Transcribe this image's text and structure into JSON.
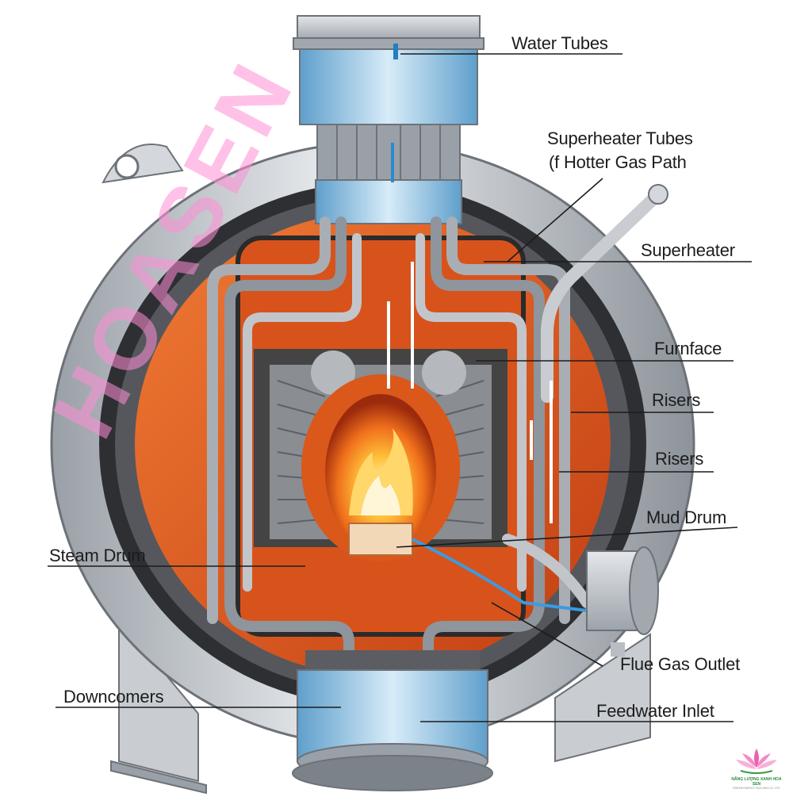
{
  "labels": {
    "water_tubes": "Water Tubes",
    "superheater_tubes_line1": "Superheater Tubes",
    "superheater_tubes_line2": "(f Hotter Gas Path",
    "superheater": "Superheater",
    "furnface": "Furnface",
    "risers_1": "Risers",
    "risers_2": "Risers",
    "mud_drum": "Mud Drum",
    "steam_drum": "Steam Drum",
    "flue_gas_outlet": "Flue Gas Outlet",
    "downcomers": "Downcomers",
    "feedwater_inlet": "Feedwater Inlet"
  },
  "watermark": "HOASEN",
  "logo": {
    "caption": "NĂNG LƯỢNG XANH HOA SEN",
    "subcaption": "GREEN ENERGY HOA SEN CO. LTD."
  },
  "colors": {
    "steel": "#b9bec4",
    "shell_dark": "#2e2f33",
    "refractory": "#e0561e",
    "water": "#8fc4e6",
    "flame": "#ffb02a"
  }
}
